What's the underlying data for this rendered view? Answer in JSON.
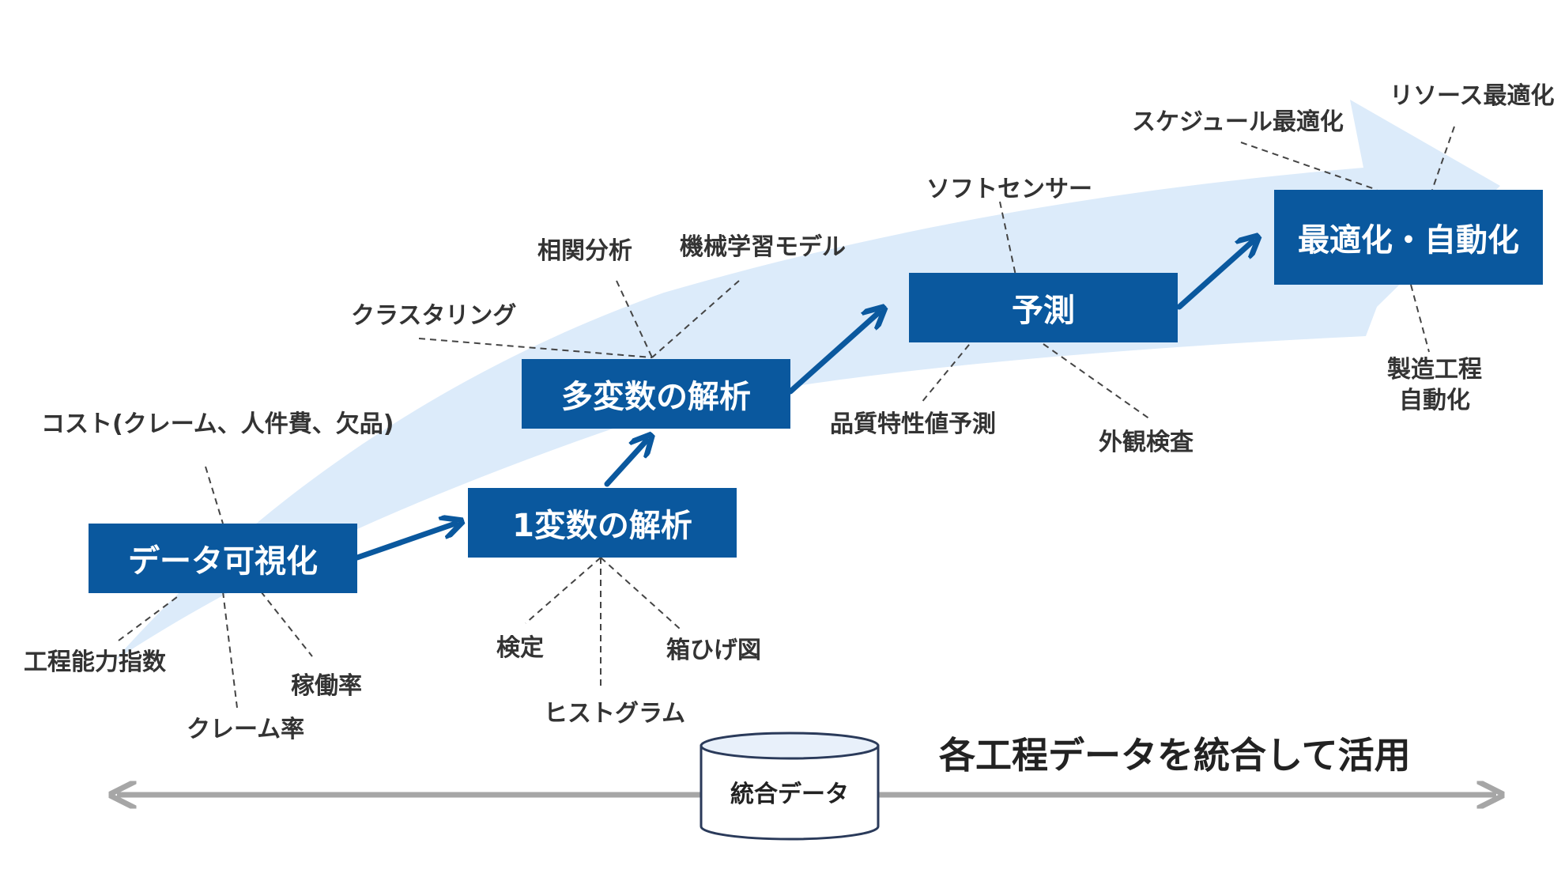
{
  "colors": {
    "box_fill": "#0a589e",
    "box_text": "#ffffff",
    "flow_band": "#dcebfa",
    "connector_arrow": "#0a589e",
    "dashed_line": "#444444",
    "timeline_arrow": "#a6a6a6",
    "label_text": "#333333"
  },
  "stages": {
    "visualization": "データ可視化",
    "univariate": "1変数の解析",
    "multivariate": "多変数の解析",
    "prediction": "予測",
    "optimization": "最適化・自動化"
  },
  "labels": {
    "cost": "コスト(クレーム、人件費、欠品)",
    "process_capability": "工程能力指数",
    "claim_rate": "クレーム率",
    "operation_rate": "稼働率",
    "test": "検定",
    "histogram": "ヒストグラム",
    "boxplot": "箱ひげ図",
    "clustering": "クラスタリング",
    "correlation": "相関分析",
    "ml_model": "機械学習モデル",
    "soft_sensor": "ソフトセンサー",
    "quality_prediction": "品質特性値予測",
    "visual_inspection": "外観検査",
    "schedule_opt": "スケジュール最適化",
    "resource_opt": "リソース最適化",
    "mfg_auto_line1": "製造工程",
    "mfg_auto_line2": "自動化"
  },
  "database": {
    "label": "統合データ"
  },
  "headline": "各工程データを統合して活用"
}
